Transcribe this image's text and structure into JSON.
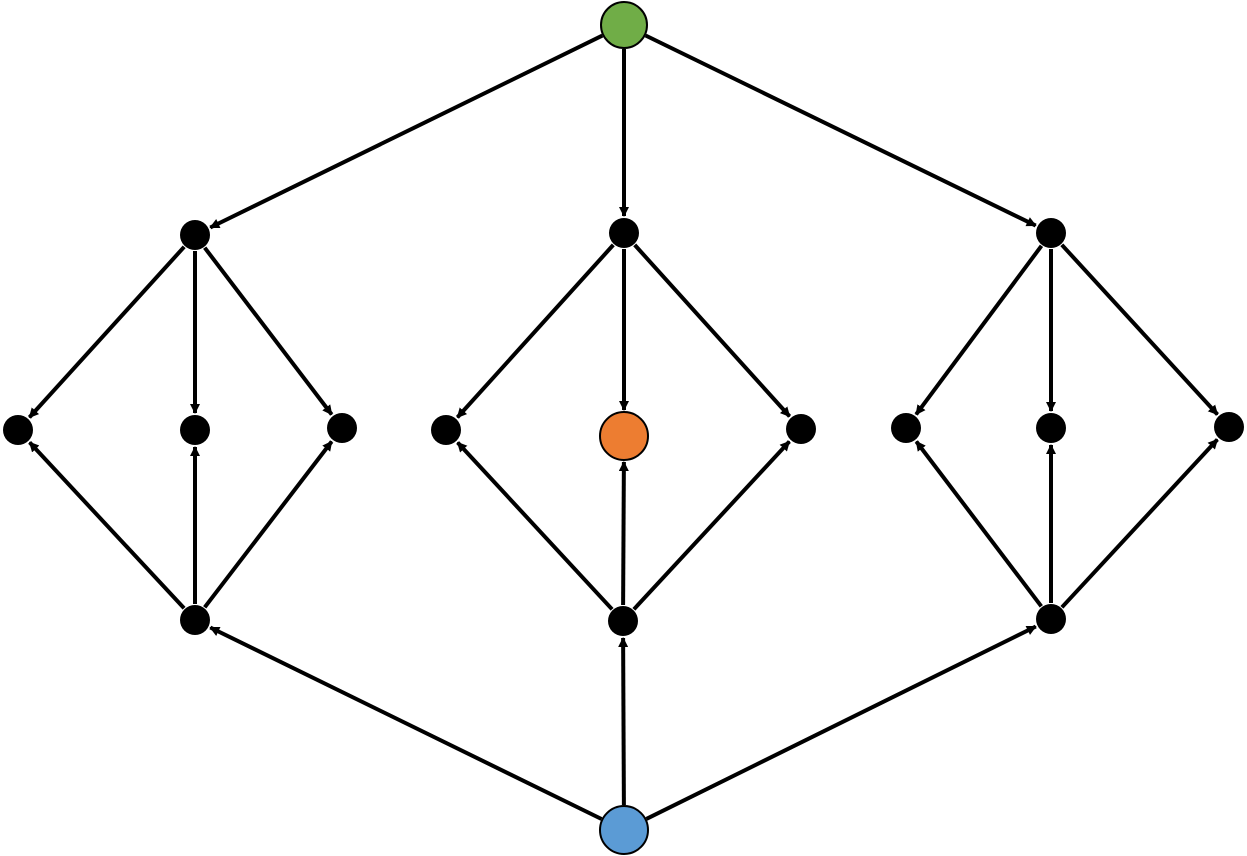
{
  "colors": {
    "edge": "#000000",
    "node_default": "#000000",
    "source": "#70ad47",
    "sink": "#5b9bd5",
    "target": "#ed7d31",
    "outline": "#000000"
  },
  "nodes": [
    {
      "id": "source-top",
      "role": "source"
    },
    {
      "id": "left-upper",
      "role": "node_default"
    },
    {
      "id": "center-upper",
      "role": "node_default"
    },
    {
      "id": "right-upper",
      "role": "node_default"
    },
    {
      "id": "left-leaf-1",
      "role": "node_default"
    },
    {
      "id": "left-leaf-2",
      "role": "node_default"
    },
    {
      "id": "left-leaf-3",
      "role": "node_default"
    },
    {
      "id": "center-leaf-1",
      "role": "node_default"
    },
    {
      "id": "center-leaf-2",
      "role": "target"
    },
    {
      "id": "center-leaf-3",
      "role": "node_default"
    },
    {
      "id": "right-leaf-1",
      "role": "node_default"
    },
    {
      "id": "right-leaf-2",
      "role": "node_default"
    },
    {
      "id": "right-leaf-3",
      "role": "node_default"
    },
    {
      "id": "left-lower",
      "role": "node_default"
    },
    {
      "id": "center-lower",
      "role": "node_default"
    },
    {
      "id": "right-lower",
      "role": "node_default"
    },
    {
      "id": "sink-bottom",
      "role": "sink"
    }
  ],
  "edges": [
    {
      "from": "source-top",
      "to": "left-upper"
    },
    {
      "from": "source-top",
      "to": "center-upper"
    },
    {
      "from": "source-top",
      "to": "right-upper"
    },
    {
      "from": "left-upper",
      "to": "left-leaf-1"
    },
    {
      "from": "left-upper",
      "to": "left-leaf-2"
    },
    {
      "from": "left-upper",
      "to": "left-leaf-3"
    },
    {
      "from": "center-upper",
      "to": "center-leaf-1"
    },
    {
      "from": "center-upper",
      "to": "center-leaf-2"
    },
    {
      "from": "center-upper",
      "to": "center-leaf-3"
    },
    {
      "from": "right-upper",
      "to": "right-leaf-1"
    },
    {
      "from": "right-upper",
      "to": "right-leaf-2"
    },
    {
      "from": "right-upper",
      "to": "right-leaf-3"
    },
    {
      "from": "left-lower",
      "to": "left-leaf-1"
    },
    {
      "from": "left-lower",
      "to": "left-leaf-2"
    },
    {
      "from": "left-lower",
      "to": "left-leaf-3"
    },
    {
      "from": "center-lower",
      "to": "center-leaf-1"
    },
    {
      "from": "center-lower",
      "to": "center-leaf-2"
    },
    {
      "from": "center-lower",
      "to": "center-leaf-3"
    },
    {
      "from": "right-lower",
      "to": "right-leaf-1"
    },
    {
      "from": "right-lower",
      "to": "right-leaf-2"
    },
    {
      "from": "right-lower",
      "to": "right-leaf-3"
    },
    {
      "from": "sink-bottom",
      "to": "left-lower"
    },
    {
      "from": "sink-bottom",
      "to": "center-lower"
    },
    {
      "from": "sink-bottom",
      "to": "right-lower"
    }
  ]
}
